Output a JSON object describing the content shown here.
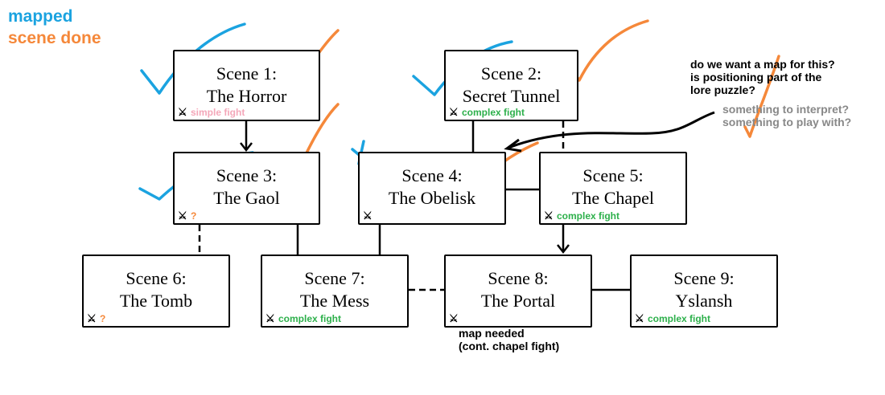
{
  "legend": {
    "mapped": "mapped",
    "scene_done": "scene done"
  },
  "colors": {
    "mapped": "#1ba3e0",
    "scene_done": "#f5883a",
    "simple_fight": "#f4a7b9",
    "complex_fight": "#2db04b",
    "unknown": "#f5883a",
    "note_grey": "#888888"
  },
  "icon": "crossed-swords-icon",
  "scenes": [
    {
      "id": 1,
      "title": "Scene 1:",
      "subtitle": "The Horror",
      "fight": "simple fight",
      "fight_kind": "simple_fight",
      "mapped": true,
      "done": true
    },
    {
      "id": 2,
      "title": "Scene 2:",
      "subtitle": "Secret Tunnel",
      "fight": "complex fight",
      "fight_kind": "complex_fight",
      "mapped": true,
      "done": true
    },
    {
      "id": 3,
      "title": "Scene 3:",
      "subtitle": "The Gaol",
      "fight": "?",
      "fight_kind": "unknown",
      "mapped": true,
      "done": true
    },
    {
      "id": 4,
      "title": "Scene 4:",
      "subtitle": "The Obelisk",
      "fight": "",
      "fight_kind": "none",
      "mapped": false,
      "done": true
    },
    {
      "id": 5,
      "title": "Scene 5:",
      "subtitle": "The Chapel",
      "fight": "complex fight",
      "fight_kind": "complex_fight",
      "mapped": false,
      "done": false
    },
    {
      "id": 6,
      "title": "Scene 6:",
      "subtitle": "The Tomb",
      "fight": "?",
      "fight_kind": "unknown",
      "mapped": false,
      "done": false
    },
    {
      "id": 7,
      "title": "Scene 7:",
      "subtitle": "The Mess",
      "fight": "complex fight",
      "fight_kind": "complex_fight",
      "mapped": false,
      "done": false
    },
    {
      "id": 8,
      "title": "Scene 8:",
      "subtitle": "The Portal",
      "fight": "",
      "fight_kind": "none",
      "mapped": false,
      "done": false
    },
    {
      "id": 9,
      "title": "Scene 9:",
      "subtitle": "Yslansh",
      "fight": "complex fight",
      "fight_kind": "complex_fight",
      "mapped": false,
      "done": false
    }
  ],
  "edges": [
    {
      "from": 1,
      "to": 3,
      "style": "arrow"
    },
    {
      "from": 2,
      "to": 4,
      "style": "solid"
    },
    {
      "from": 2,
      "to": 5,
      "style": "dashed"
    },
    {
      "from": 4,
      "to": 5,
      "style": "solid"
    },
    {
      "from": 3,
      "to": 6,
      "style": "dashed"
    },
    {
      "from": 3,
      "to": 7,
      "style": "solid"
    },
    {
      "from": 4,
      "to": 7,
      "style": "solid"
    },
    {
      "from": 5,
      "to": 8,
      "style": "arrow"
    },
    {
      "from": 7,
      "to": 8,
      "style": "dashed"
    },
    {
      "from": 8,
      "to": 9,
      "style": "solid"
    }
  ],
  "notes": {
    "map_question": [
      "do we want a map for this?",
      "is positioning part of the",
      "lore puzzle?"
    ],
    "interpret": [
      "something to interpret?",
      "something to play with?"
    ],
    "portal": [
      "map needed",
      "(cont. chapel fight)"
    ]
  }
}
